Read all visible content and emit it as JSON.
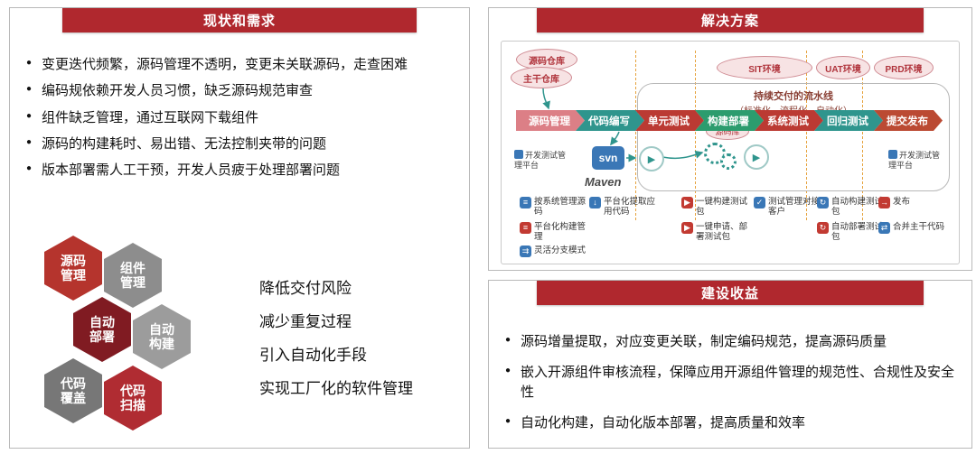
{
  "left": {
    "title": "现状和需求",
    "bullets": [
      "变更迭代频繁，源码管理不透明，变更未关联源码，走查困难",
      "编码规依赖开发人员习惯，缺乏源码规范审查",
      "组件缺乏管理，通过互联网下载组件",
      "源码的构建耗时、易出错、无法控制夹带的问题",
      "版本部署需人工干预，开发人员疲于处理部署问题"
    ],
    "hexagons": [
      {
        "label": "源码管理"
      },
      {
        "label": "组件管理"
      },
      {
        "label": "自动部署"
      },
      {
        "label": "自动构建"
      },
      {
        "label": "代码覆盖"
      },
      {
        "label": "代码扫描"
      }
    ],
    "goals": [
      "降低交付风险",
      "减少重复过程",
      "引入自动化手段",
      "实现工厂化的软件管理"
    ]
  },
  "solution": {
    "title": "解决方案",
    "repos": [
      "源码仓库",
      "主干仓库"
    ],
    "environments": [
      "SIT环境",
      "UAT环境",
      "PRD环境"
    ],
    "pipeline_title": "持续交付的流水线",
    "pipeline_subtitle": "（标准化、流程化、自动化）",
    "stages": [
      "源码管理",
      "代码编写",
      "单元测试",
      "构建部署",
      "系统测试",
      "回归测试",
      "提交发布"
    ],
    "platform_left": "开发测试管理平台",
    "platform_right": "开发测试管理平台",
    "svn": "svn",
    "maven": "Maven",
    "source_lib": "源码库",
    "play_glyph": "▶",
    "features": [
      {
        "label": "按系统管理源码",
        "glyph": "≡",
        "color": "blue"
      },
      {
        "label": "平台化提取应用代码",
        "glyph": "↓",
        "color": "blue"
      },
      {
        "label": "一键构建测试包",
        "glyph": "▶",
        "color": "red"
      },
      {
        "label": "测试管理对接客户",
        "glyph": "✓",
        "color": "blue"
      },
      {
        "label": "自动构建测试包",
        "glyph": "↻",
        "color": "blue"
      },
      {
        "label": "发布",
        "glyph": "→",
        "color": "red"
      },
      {
        "label": "平台化构建管理",
        "glyph": "≡",
        "color": "red"
      },
      {
        "label": "一键申请、部署测试包",
        "glyph": "▶",
        "color": "red"
      },
      {
        "label": "自动部署测试包",
        "glyph": "↻",
        "color": "red"
      },
      {
        "label": "合并主干代码",
        "glyph": "⇄",
        "color": "blue"
      },
      {
        "label": "灵活分支模式",
        "glyph": "⇉",
        "color": "blue"
      }
    ]
  },
  "benefit": {
    "title": "建设收益",
    "bullets": [
      "源码增量提取，对应变更关联，制定编码规范，提高源码质量",
      "嵌入开源组件审核流程，保障应用开源组件管理的规范性、合规性及安全性",
      "自动化构建，自动化版本部署，提高质量和效率"
    ]
  },
  "colors": {
    "header_red": "#b0282e",
    "hex_red": "#b5342d",
    "hex_dark_red": "#801b22",
    "hex_gray": "#8d8d8d",
    "stage_pink": "#dc7f86",
    "stage_teal": "#2f958d",
    "stage_red": "#bb3a33",
    "stage_green": "#2c9c6e",
    "feature_blue": "#3a77b6",
    "feature_red": "#c23a32",
    "env_bg": "#f7e3e4",
    "env_border": "#cf8a92",
    "dashed_line": "#e6a23c",
    "svn_blue": "#3a77b6"
  }
}
